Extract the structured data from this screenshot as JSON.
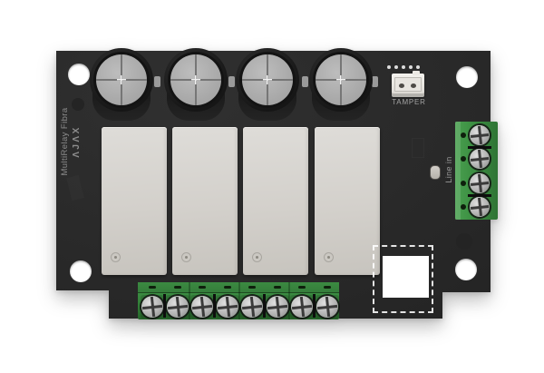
{
  "device": {
    "brand_logo": "ΛJΛX",
    "product_name": "MultiRelay Fibra"
  },
  "labels": {
    "tamper": "TAMPER",
    "line_in": "Line in"
  },
  "components": {
    "capacitors": 4,
    "relays": 4,
    "output_terminal_screws": 8,
    "line_in_terminal_screws": 4,
    "tamper_pins": 5,
    "mounting_holes": 4
  },
  "colors": {
    "bg": "#ffffff",
    "board": "#2b2b2b",
    "board-dark": "#1f1f1f",
    "relay": "#d8d5d0",
    "relay-dark": "#c6c3bd",
    "cap-ring": "#1a1a1a",
    "cap-top": "#b3b3b3",
    "green": "#3f9445",
    "green-dark": "#2c6e31",
    "screw": "#c9c9c9",
    "label": "#969696",
    "conn": "#ece9e4"
  }
}
